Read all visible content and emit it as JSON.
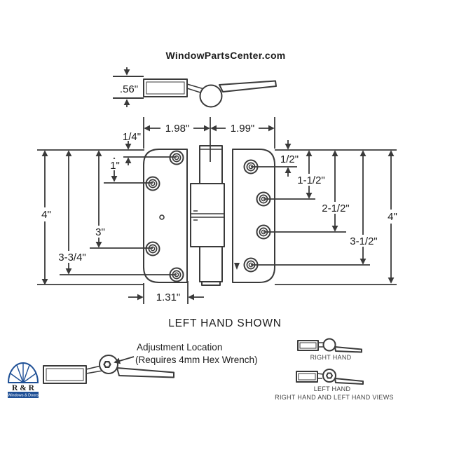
{
  "header": {
    "site_title": "WindowPartsCenter.com"
  },
  "side_view": {
    "thickness": ".56\""
  },
  "main_view": {
    "caption": "LEFT HAND SHOWN",
    "top_dims": {
      "left_leaf_width": "1.98\"",
      "right_leaf_width": "1.99\""
    },
    "left_dims": {
      "hole1_offset": "1/4\"",
      "hole_spacing": "1\"",
      "height": "4\"",
      "hole3_offset": "3\"",
      "hole4_offset": "3-3/4\"",
      "leaf_width": "1.31\""
    },
    "right_dims": {
      "hole1_offset": "1/2\"",
      "hole2_offset": "1-1/2\"",
      "hole3_offset": "2-1/2\"",
      "hole4_offset": "3-1/2\"",
      "height": "4\""
    }
  },
  "adjustment_note": {
    "line1": "Adjustment Location",
    "line2": "(Requires 4mm Hex Wrench)"
  },
  "hand_views": {
    "right_label": "RIGHT HAND",
    "left_label": "LEFT HAND",
    "caption": "RIGHT HAND AND LEFT HAND VIEWS"
  },
  "logo": {
    "title": "R & R",
    "subtitle": "Windows & Doors"
  },
  "colors": {
    "line": "#3a3a3a",
    "text": "#1c1c1c",
    "logo_blue": "#1f5096"
  }
}
